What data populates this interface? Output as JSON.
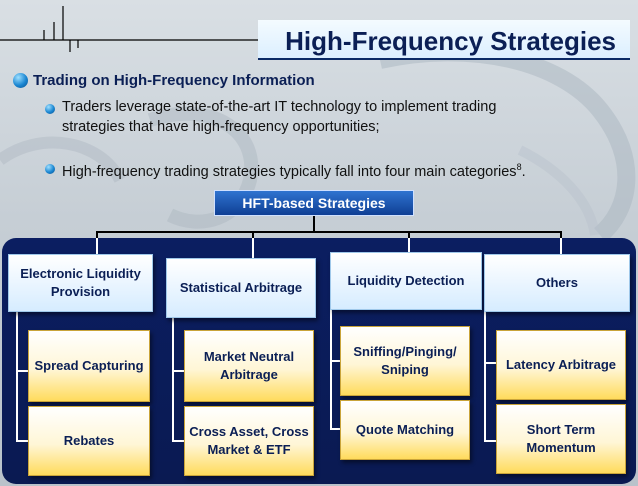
{
  "title": "High-Frequency Strategies",
  "main_bullet": "Trading on High-Frequency Information",
  "sub_bullets": [
    "Traders leverage state-of-the-art IT technology to implement trading strategies that have high-frequency opportunities;",
    "High-frequency trading strategies typically fall into four main categories"
  ],
  "footnote_mark": "8",
  "sub_bullet_end": ".",
  "root": "HFT-based Strategies",
  "categories": [
    {
      "label": "Electronic Liquidity Provision",
      "leaves": [
        "Spread Capturing",
        "Rebates"
      ]
    },
    {
      "label": "Statistical Arbitrage",
      "leaves": [
        "Market Neutral Arbitrage",
        "Cross Asset, Cross Market & ETF"
      ]
    },
    {
      "label": "Liquidity Detection",
      "leaves": [
        "Sniffing/Pinging/ Sniping",
        "Quote Matching"
      ]
    },
    {
      "label": "Others",
      "leaves": [
        "Latency Arbitrage",
        "Short Term Momentum"
      ]
    }
  ],
  "colors": {
    "title_text": "#0b1f55",
    "panel": "#0b1e61",
    "root_box": "#1a56b8",
    "category_box": "#d6ecff",
    "leaf_box": "#ffdb5c"
  }
}
